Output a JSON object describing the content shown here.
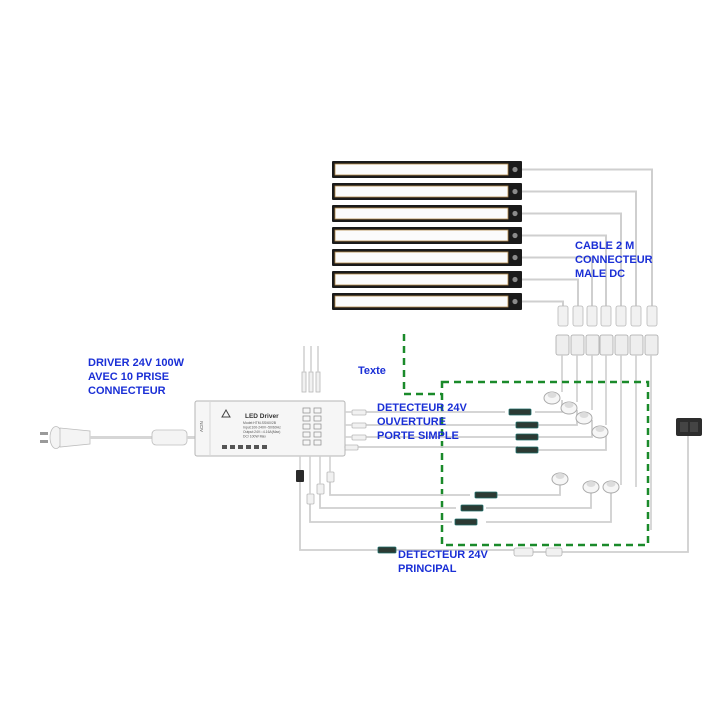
{
  "labels": {
    "cable": [
      "CABLE 2 M",
      "CONNECTEUR",
      "MALE DC"
    ],
    "driver": [
      "DRIVER 24V 100W",
      "AVEC 10 PRISE",
      "CONNECTEUR"
    ],
    "texte": "Texte",
    "detecteur_porte": [
      "DETECTEUR 24V",
      "OUVERTURE",
      "PORTE SIMPLE"
    ],
    "detecteur_principal": [
      "DETECTEUR 24V",
      "PRINCIPAL"
    ]
  },
  "driver_box": {
    "title": "LED Driver",
    "spec_lines": [
      "Model:HTM-SS/60/2B",
      "Input:100-240V~50/60Hz",
      "Output:24V⎓4.16A(Max)",
      "DC/ 100W Max"
    ],
    "side_text": "ACIN"
  },
  "colors": {
    "label_text": "#1a2fd6",
    "dashed_box": "#1a8a2a",
    "wire": "#cfcfcf",
    "led_frame": "#1a1a1a"
  },
  "counts": {
    "led_bars": 7,
    "driver_ports": 10,
    "door_detectors": 7
  }
}
